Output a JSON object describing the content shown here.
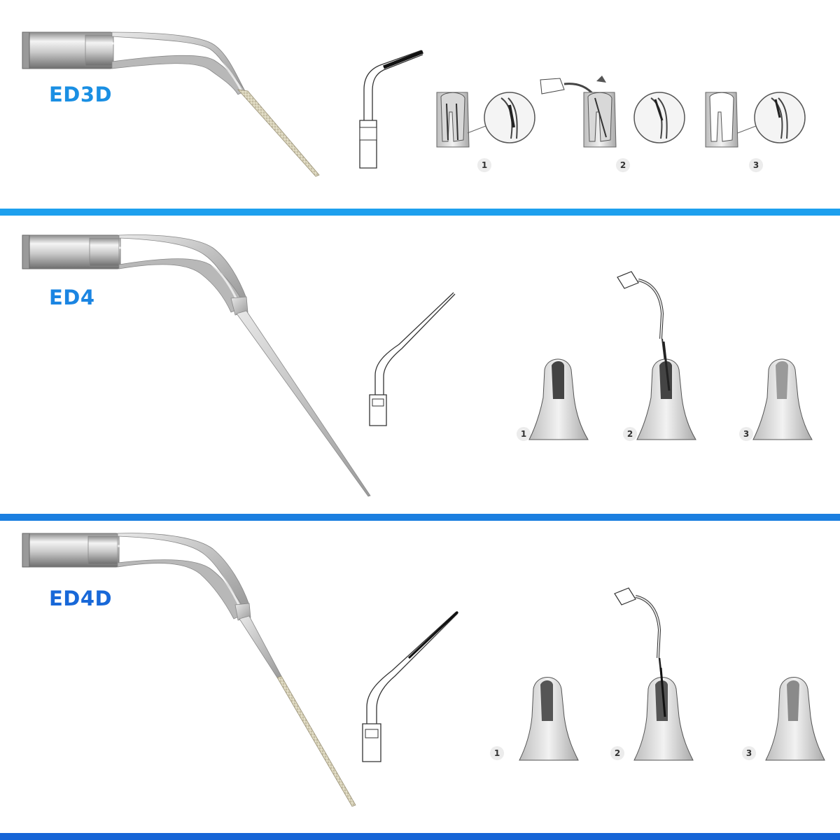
{
  "accent_color": "#1a8fe3",
  "separator_colors": [
    "#1da0ee",
    "#1b7fe0",
    "#1665d6"
  ],
  "sections": [
    {
      "label": "ED3D",
      "steps": [
        "1",
        "2",
        "3"
      ]
    },
    {
      "label": "ED4",
      "steps": [
        "1",
        "2",
        "3"
      ]
    },
    {
      "label": "ED4D",
      "steps": [
        "1",
        "2",
        "3"
      ]
    }
  ]
}
